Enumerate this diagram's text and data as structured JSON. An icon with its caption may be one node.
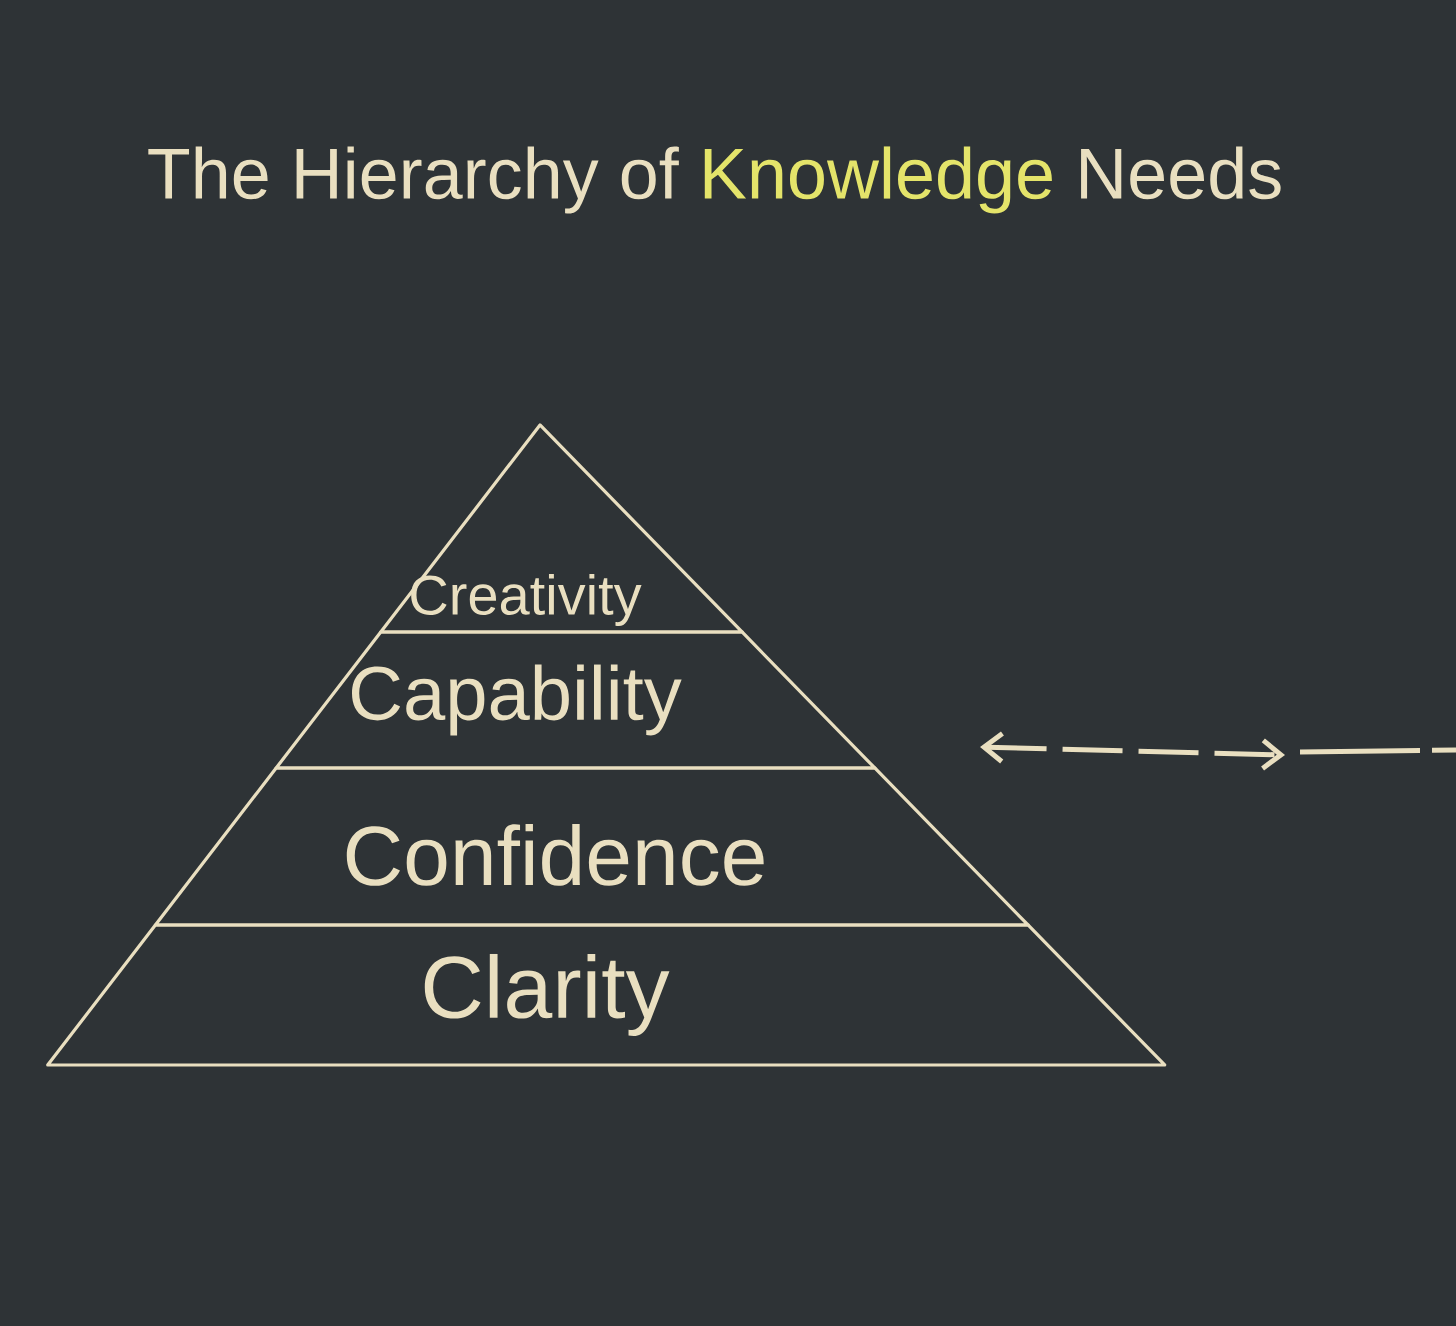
{
  "diagram": {
    "title": "The Hierarchy of **Knowledge** Needs",
    "nodes": [
      {
        "text": [
          "Creativity"
        ]
      },
      {
        "text": [
          "Capability"
        ]
      },
      {
        "text": [
          "Confidence"
        ]
      },
      {
        "text": [
          "Clarity"
        ]
      }
    ],
    "edges": []
  }
}
